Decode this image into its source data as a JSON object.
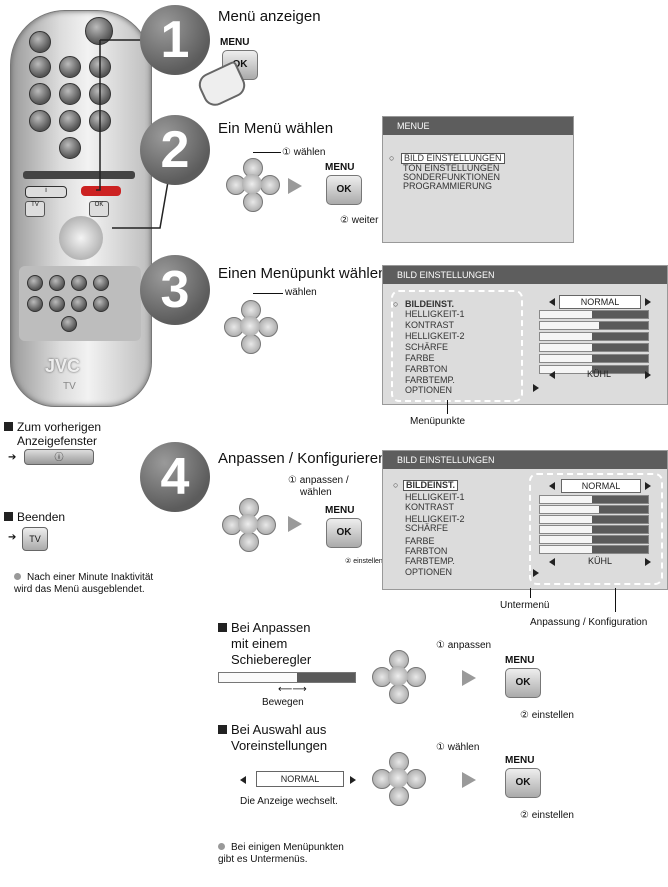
{
  "steps": {
    "s1": {
      "number": "1",
      "title": "Menü anzeigen",
      "menu": "MENU",
      "ok": "OK"
    },
    "s2": {
      "number": "2",
      "title": "Ein Menü wählen",
      "waehlen": "① wählen",
      "menu": "MENU",
      "ok": "OK",
      "weiter": "② weiter"
    },
    "s3": {
      "number": "3",
      "title": "Einen Menüpunkt wählen",
      "waehlen": "wählen",
      "menupunkte": "Menüpunkte"
    },
    "s4": {
      "number": "4",
      "title": "Anpassen / Konfigurieren",
      "anpassen": "① anpassen /",
      "waehlen": "wählen",
      "menu": "MENU",
      "ok": "OK",
      "einstellen": "② einstellen",
      "untermenu": "Untermenü",
      "konfiguration": "Anpassung / Konfiguration"
    }
  },
  "menu1": {
    "title": "MENUE",
    "items": [
      "BILD EINSTELLUNGEN",
      "TON EINSTELLUNGEN",
      "SONDERFUNKTIONEN",
      "PROGRAMMIERUNG"
    ]
  },
  "menu3": {
    "title": "BILD EINSTELLUNGEN",
    "items": [
      "BILDEINST.",
      "HELLIGKEIT-1",
      "KONTRAST",
      "HELLIGKEIT-2",
      "SCHÄRFE",
      "FARBE",
      "FARBTON",
      "FARBTEMP.",
      "OPTIONEN"
    ],
    "normal": "NORMAL",
    "kuhl": "KÜHL",
    "fills": [
      0.48,
      0.55,
      0.48,
      0.48,
      0.48,
      0.48
    ]
  },
  "menu4": {
    "title": "BILD EINSTELLUNGEN",
    "items": [
      "BILDEINST.",
      "HELLIGKEIT-1",
      "KONTRAST",
      "HELLIGKEIT-2",
      "SCHÄRFE",
      "FARBE",
      "FARBTON",
      "FARBTEMP.",
      "OPTIONEN"
    ],
    "normal": "NORMAL",
    "kuhl": "KÜHL",
    "fills": [
      0.48,
      0.55,
      0.48,
      0.48,
      0.48,
      0.48
    ]
  },
  "left": {
    "back_label_1": "Zum vorherigen",
    "back_label_2": "Anzeigefenster",
    "beenden": "Beenden",
    "tv": "TV",
    "note": "Nach einer Minute Inaktivität wird das Menü ausgeblendet.",
    "jvc": "JVC",
    "remote_tv": "TV"
  },
  "slider_section": {
    "title_1": "Bei Anpassen",
    "title_2": "mit einem",
    "title_3": "Schieberegler",
    "bewegen": "Bewegen",
    "anpassen": "① anpassen",
    "menu": "MENU",
    "ok": "OK",
    "einstellen": "② einstellen"
  },
  "preset_section": {
    "title_1": "Bei Auswahl aus",
    "title_2": "Voreinstellungen",
    "normal": "NORMAL",
    "wechselt": "Die Anzeige wechselt.",
    "waehlen": "① wählen",
    "menu": "MENU",
    "ok": "OK",
    "einstellen": "② einstellen"
  },
  "footnote": "Bei einigen Menüpunkten gibt es Untermenüs."
}
